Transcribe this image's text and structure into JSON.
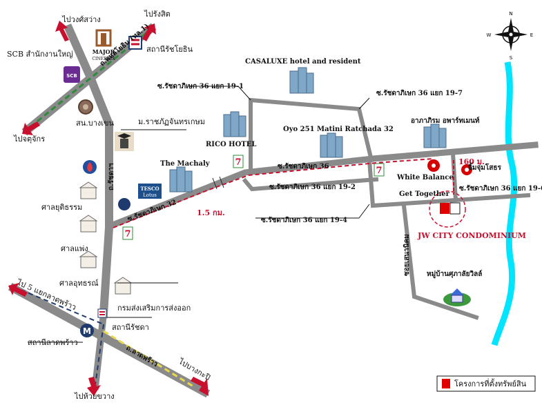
{
  "compass": {
    "north": "N",
    "south": "S",
    "east": "E",
    "west": "W"
  },
  "directions": {
    "to_wongsawang": "ไปวงศ์สว่าง",
    "to_rangsit": "ไปรังสิต",
    "to_jatujak": "ไปจตุจักร",
    "to_5_yaek_ladprao": "ไป 5 แยกลาดพร้าว",
    "to_huaikwang": "ไปห้วยขวาง",
    "to_bangkapi": "ไปบางกะปิ"
  },
  "roads": {
    "phahonyothin": "ถ.พหลโยธิน (ทล.1)",
    "ratchada": "ถ.รัชดาฯ",
    "ladprao": "ถ.ลาดพร้าว",
    "soi_32": "ซ.รัชดาภิเษก 32",
    "soi_36": "ซ.รัชดาภิเษก 36",
    "soi_36_19_1": "ซ.รัชดาภิเษก 36 แยก 19-1",
    "soi_36_19_7": "ซ.รัชดาภิเษก 36 แยก 19-7",
    "soi_36_19_2": "ซ.รัชดาภิเษก 36 แยก 19-2",
    "soi_36_19_4": "ซ.รัชดาภิเษก 36 แยก 19-4",
    "soi_36_19_6": "ซ.รัชดาภิเษก 36 แยก 19-6",
    "soi_side": "ซอยเสนานิคม"
  },
  "places": {
    "major": "MAJOR",
    "major_sub": "CINEPLEX",
    "scb": "SCB สำนักงานใหญ่",
    "scb_logo": "SCB",
    "bts_ratchayothin": "สถานีรัชโยธิน",
    "bangkhen": "สน.บางเขน",
    "rajabhat": "ม.ราชภัฏจันทรเกษม",
    "casaluxe": "CASALUXE hotel and resident",
    "rico": "RICO HOTEL",
    "oyo": "Oyo 251 Matini Ratchada 32",
    "apartment": "อาภาภิรม อพาร์ทเมนท์",
    "machaly": "The Machaly",
    "tesco": "TESCO",
    "tesco_sub": "Lotus",
    "white_balance": "White Balance",
    "get_together": "Get Together",
    "jamjui": "จิ้มจุ่มโสธร",
    "court1": "ศาลยุติธรรม",
    "court2": "ศาลแพ่ง",
    "court3": "ศาลอุทธรณ์",
    "export_dept": "กรมส่งเสริมการส่งออก",
    "mrt_ratchada": "สถานีรัชดา",
    "mrt_ladprao": "สถานีลาดพร้าว",
    "mrt_logo": "M",
    "village": "หมู่บ้านศุภาลัยวิลล์",
    "project": "JW CITY CONDOMINIUM"
  },
  "distances": {
    "main": "1.5 กม.",
    "near": "160 ม."
  },
  "legend": {
    "label": "โครงการที่ตั้งทรัพย์สิน"
  },
  "colors": {
    "road": "#8a8a8a",
    "route": "#c8102e",
    "canal": "#00e5ff",
    "marker": "#e00000",
    "green_dash": "#2e8b3a",
    "yellow_dash": "#e8d84a",
    "navy_dash": "#1f3a6e"
  },
  "icons": [
    "compass-icon",
    "cinema-icon",
    "scb-icon",
    "bts-icon",
    "police-icon",
    "graduation-icon",
    "hotel-icon",
    "seven-eleven-icon",
    "ptt-icon",
    "tesco-icon",
    "court-icon",
    "mrt-icon",
    "pin-icon",
    "village-icon",
    "condo-marker-icon"
  ]
}
